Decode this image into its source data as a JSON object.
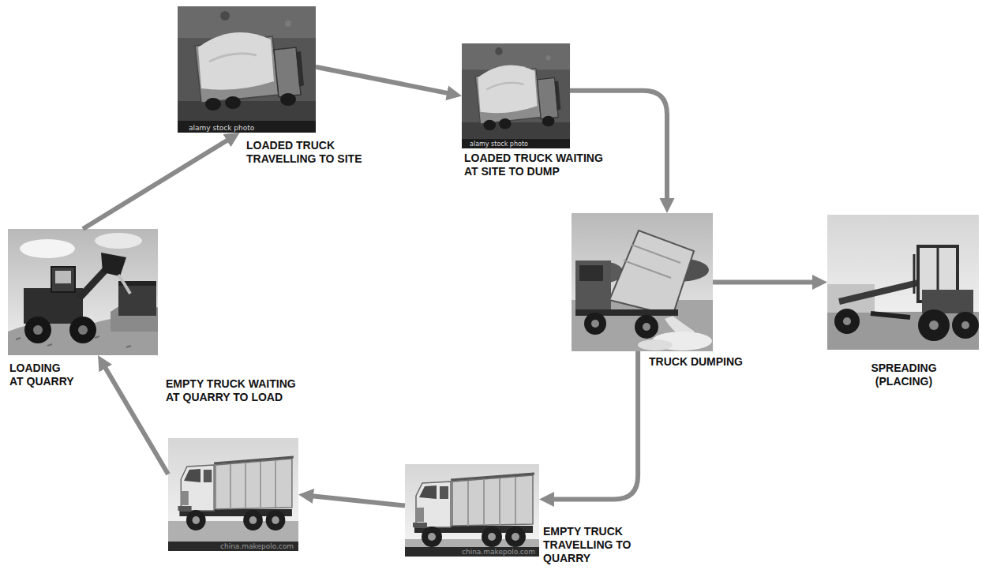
{
  "diagram": {
    "nodes": [
      {
        "text": [
          "LOADING AT QUARRY"
        ]
      },
      {
        "text": [
          "LOADED TRUCK TRAVELLING TO SITE"
        ]
      },
      {
        "text": [
          "LOADED TRUCK WAITING AT SITE TO DUMP"
        ]
      },
      {
        "text": [
          "TRUCK DUMPING"
        ]
      },
      {
        "text": [
          "SPREADING (PLACING)"
        ]
      },
      {
        "text": [
          "EMPTY TRUCK TRAVELLING TO QUARRY"
        ]
      },
      {
        "text": [
          "EMPTY TRUCK WAITING AT QUARRY TO LOAD"
        ]
      }
    ],
    "edges": [
      {
        "from": 0,
        "to": 1,
        "arrow": "to"
      },
      {
        "from": 1,
        "to": 2,
        "arrow": "to"
      },
      {
        "from": 2,
        "to": 3,
        "arrow": "to"
      },
      {
        "from": 3,
        "to": 4,
        "arrow": "to"
      },
      {
        "from": 3,
        "to": 5,
        "arrow": "to"
      },
      {
        "from": 5,
        "to": 6,
        "arrow": "to"
      },
      {
        "from": 6,
        "to": 0,
        "arrow": "to"
      }
    ],
    "labels": [
      "alamy stock photo",
      "alamy stock photo",
      "china.makepolo.com",
      "china.makepolo.com"
    ]
  }
}
